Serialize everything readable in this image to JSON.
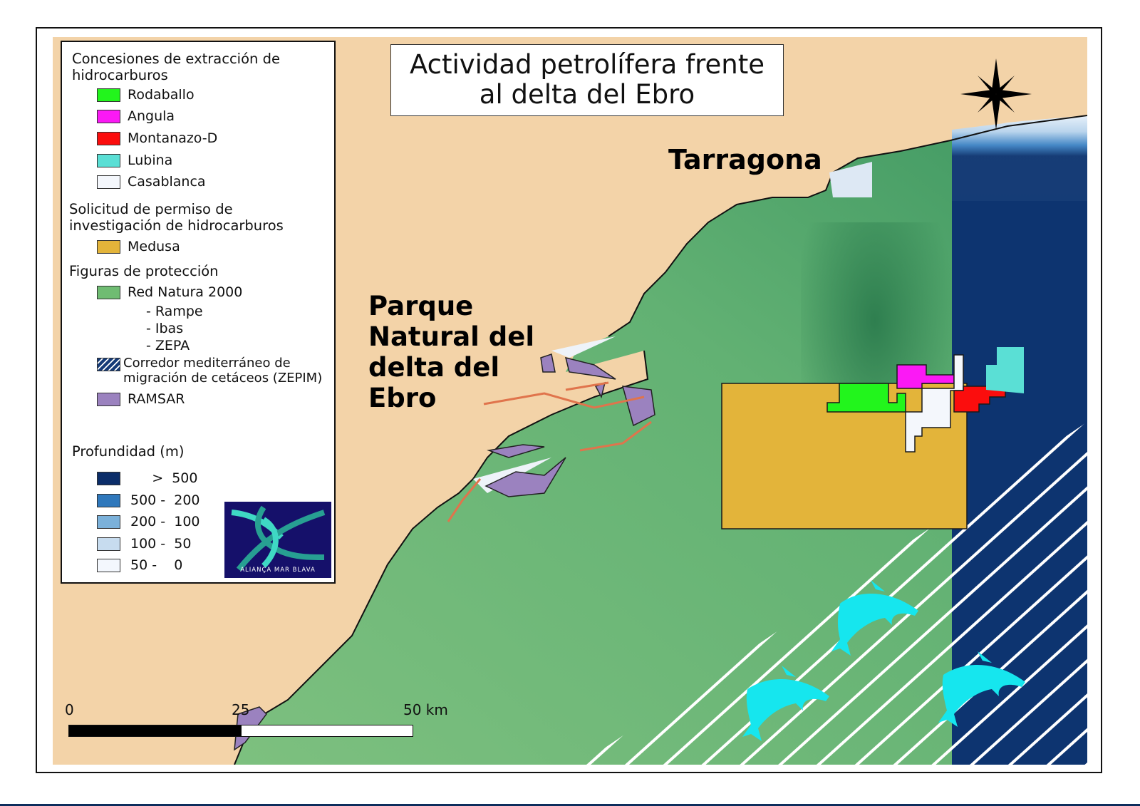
{
  "title": {
    "line1": "Actividad petrolífera frente",
    "line2": "al delta del Ebro"
  },
  "places": {
    "tarragona": "Tarragona",
    "delta": [
      "Parque",
      "Natural del",
      "delta del",
      "Ebro"
    ]
  },
  "legend": {
    "concessions": {
      "heading_line1": "Concesiones de extracción de",
      "heading_line2": "hidrocarburos",
      "items": [
        {
          "label": "Rodaballo",
          "color": "#22f51c"
        },
        {
          "label": "Angula",
          "color": "#fb19f5"
        },
        {
          "label": "Montanazo-D",
          "color": "#fb0d0d"
        },
        {
          "label": "Lubina",
          "color": "#5adfd5"
        },
        {
          "label": "Casablanca",
          "color": "#f4f7fc"
        }
      ]
    },
    "permit": {
      "heading_line1": "Solicitud de permiso de",
      "heading_line2": "investigación de hidrocarburos",
      "items": [
        {
          "label": "Medusa",
          "color": "#e3b43a"
        }
      ]
    },
    "protection": {
      "heading": "Figuras de protección",
      "natura": {
        "label": "Red Natura 2000",
        "color": "#6fbc72"
      },
      "natura_sub": [
        "- Rampe",
        "- Ibas",
        "- ZEPA"
      ],
      "zepim": {
        "line1": "Corredor mediterráneo de",
        "line2": "migración de cetáceos (ZEPIM)",
        "color": "#153b78"
      },
      "ramsar": {
        "label": "RAMSAR",
        "color": "#9b82bf"
      }
    },
    "depth": {
      "heading": "Profundidad (m)",
      "items": [
        {
          "label": "     >  500",
          "color": "#0b2d69"
        },
        {
          "label": "500 -  200",
          "color": "#2f78bc"
        },
        {
          "label": "200 -  100",
          "color": "#7bb1da"
        },
        {
          "label": "100 -  50",
          "color": "#c7dcef"
        },
        {
          "label": "50 -    0",
          "color": "#f3f7fd"
        }
      ]
    },
    "logo_text": "ALIANÇA MAR BLAVA"
  },
  "scale": {
    "labels": [
      "0",
      "25",
      "50 km"
    ]
  },
  "colors": {
    "land": "#f3d3a8",
    "natura_sea": "#6fbc72",
    "deep_sea": "#0d3470",
    "dolphin": "#16e6ee",
    "ramsar": "#9b82bf"
  }
}
